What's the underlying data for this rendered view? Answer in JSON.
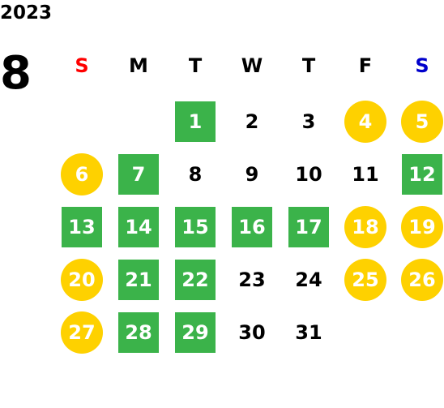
{
  "calendar": {
    "year": "2023",
    "month": "8",
    "weekdays": [
      {
        "label": "S",
        "color": "#ff0000"
      },
      {
        "label": "M",
        "color": "#000000"
      },
      {
        "label": "T",
        "color": "#000000"
      },
      {
        "label": "W",
        "color": "#000000"
      },
      {
        "label": "T",
        "color": "#000000"
      },
      {
        "label": "F",
        "color": "#000000"
      },
      {
        "label": "S",
        "color": "#0000cc"
      }
    ],
    "colors": {
      "green": "#3bb34a",
      "yellow": "#fed100",
      "plain_text": "#000000"
    },
    "first_weekday_index": 2,
    "days": [
      {
        "d": "1",
        "kind": "green"
      },
      {
        "d": "2",
        "kind": "plain"
      },
      {
        "d": "3",
        "kind": "plain"
      },
      {
        "d": "4",
        "kind": "yellow"
      },
      {
        "d": "5",
        "kind": "yellow"
      },
      {
        "d": "6",
        "kind": "yellow"
      },
      {
        "d": "7",
        "kind": "green"
      },
      {
        "d": "8",
        "kind": "plain"
      },
      {
        "d": "9",
        "kind": "plain"
      },
      {
        "d": "10",
        "kind": "plain"
      },
      {
        "d": "11",
        "kind": "plain"
      },
      {
        "d": "12",
        "kind": "green"
      },
      {
        "d": "13",
        "kind": "green"
      },
      {
        "d": "14",
        "kind": "green"
      },
      {
        "d": "15",
        "kind": "green"
      },
      {
        "d": "16",
        "kind": "green"
      },
      {
        "d": "17",
        "kind": "green"
      },
      {
        "d": "18",
        "kind": "yellow"
      },
      {
        "d": "19",
        "kind": "yellow"
      },
      {
        "d": "20",
        "kind": "yellow"
      },
      {
        "d": "21",
        "kind": "green"
      },
      {
        "d": "22",
        "kind": "green"
      },
      {
        "d": "23",
        "kind": "plain"
      },
      {
        "d": "24",
        "kind": "plain"
      },
      {
        "d": "25",
        "kind": "yellow"
      },
      {
        "d": "26",
        "kind": "yellow"
      },
      {
        "d": "27",
        "kind": "yellow"
      },
      {
        "d": "28",
        "kind": "green"
      },
      {
        "d": "29",
        "kind": "green"
      },
      {
        "d": "30",
        "kind": "plain"
      },
      {
        "d": "31",
        "kind": "plain"
      }
    ]
  }
}
